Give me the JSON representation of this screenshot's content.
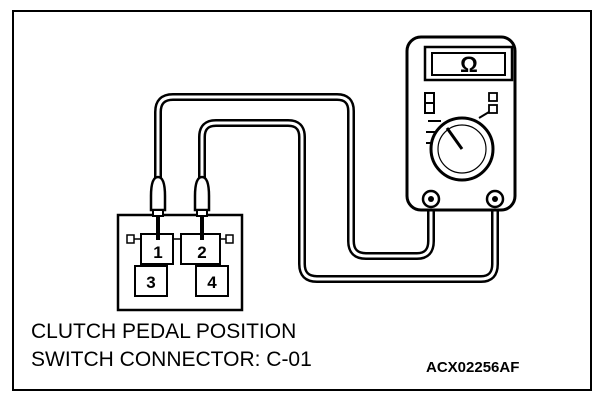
{
  "meter": {
    "symbol": "Ω"
  },
  "connector": {
    "pins": [
      "1",
      "2",
      "3",
      "4"
    ]
  },
  "caption": {
    "line1": "CLUTCH PEDAL POSITION",
    "line2": "SWITCH CONNECTOR: C-01"
  },
  "figure_code": "ACX02256AF"
}
